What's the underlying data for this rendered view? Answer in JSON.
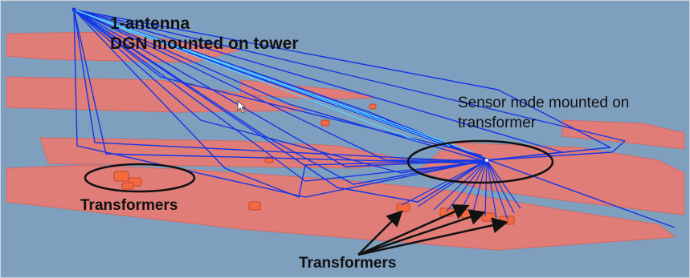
{
  "annotations": {
    "title_line1": "1-antenna",
    "title_line2": "DGN mounted on tower",
    "sensor_line1": "Sensor node mounted on",
    "sensor_line2": "transformer",
    "transformers_left": "Transformers",
    "transformers_bottom": "Transformers"
  },
  "colors": {
    "background": "#7f9fbe",
    "ground_plane": "#e07d78",
    "ground_edge": "#d46a66",
    "ray_path": "#1436e6",
    "ray_highlight": "#5bd2ff",
    "annotation": "#111111"
  },
  "icons": [
    "mouse-cursor-icon",
    "arrow-icon"
  ]
}
